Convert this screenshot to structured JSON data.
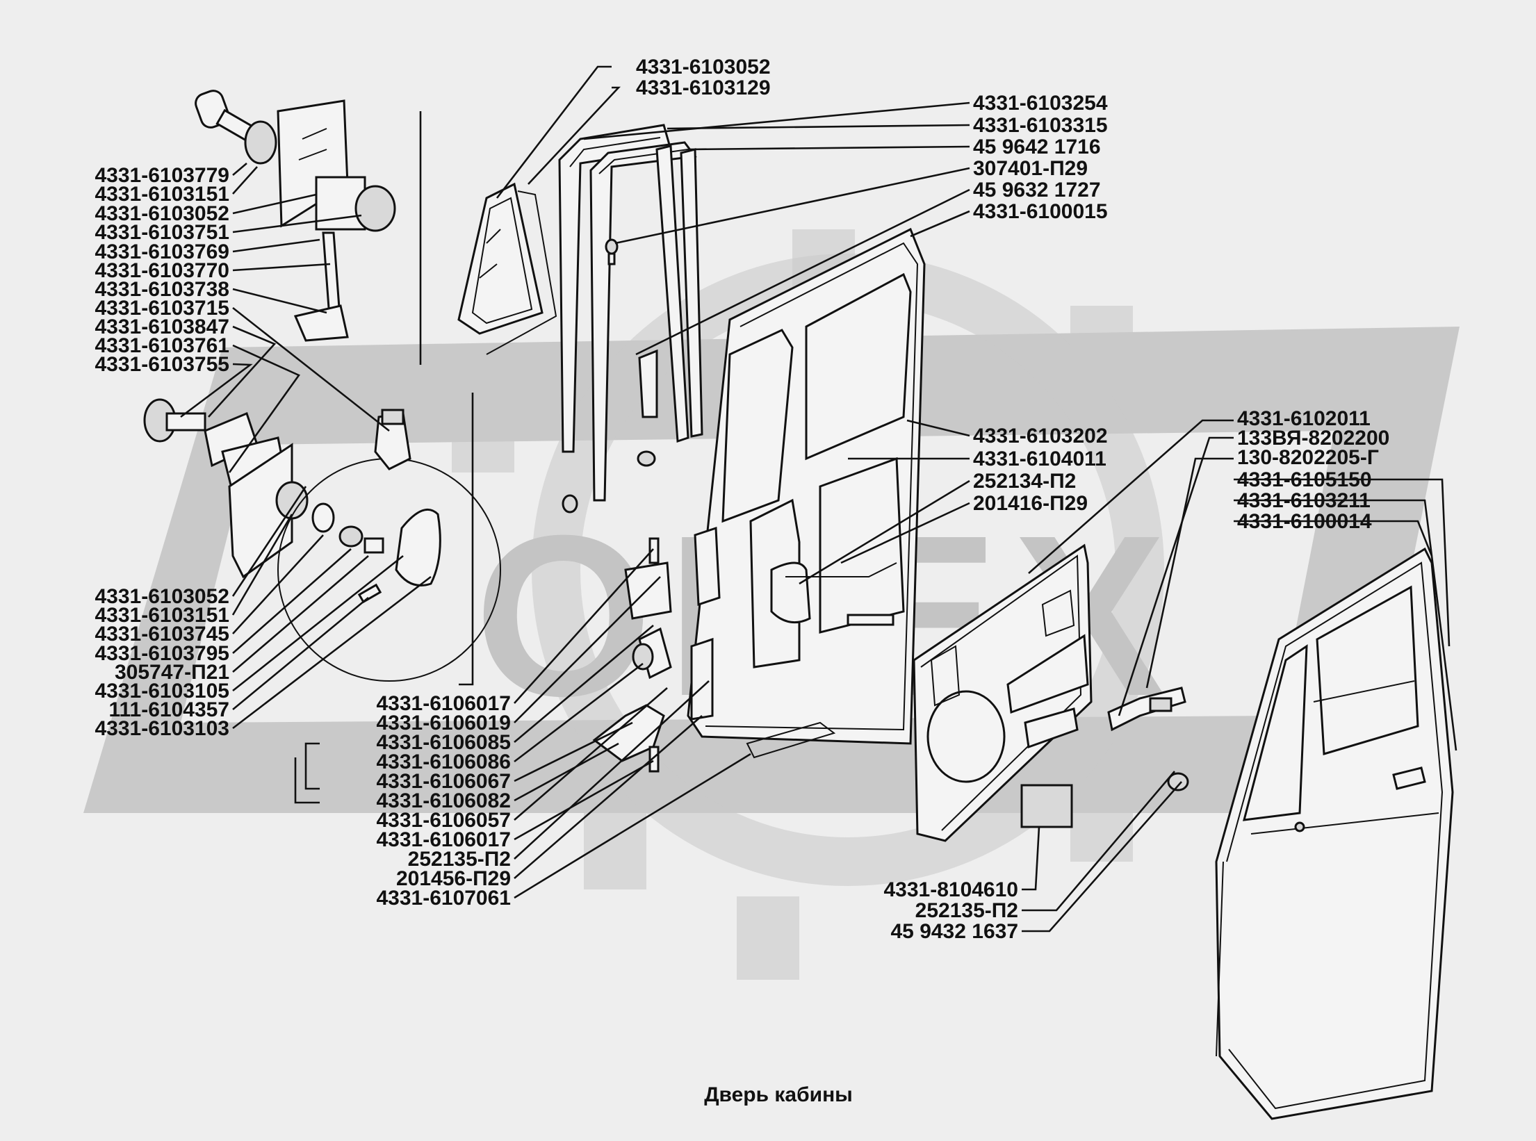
{
  "caption": "Дверь кабины",
  "watermark": "OREX",
  "colors": {
    "background": "#eeeeee",
    "ink": "#111111",
    "watermark": "#c9c9c9"
  },
  "labels_left": [
    "4331-6103779",
    "4331-6103151",
    "4331-6103052",
    "4331-6103751",
    "4331-6103769",
    "4331-6103770",
    "4331-6103738",
    "4331-6103715",
    "4331-6103847",
    "4331-6103761",
    "4331-6103755",
    "4331-6103052",
    "4331-6103151",
    "4331-6103745",
    "4331-6103795",
    "305747-П21",
    "4331-6103105",
    "111-6104357",
    "4331-6103103"
  ],
  "labels_top": [
    "4331-6103052",
    "4331-6103129"
  ],
  "labels_right_top": [
    "4331-6103254",
    "4331-6103315",
    "45 9642 1716",
    "307401-П29",
    "45 9632 1727",
    "4331-6100015"
  ],
  "labels_middle": [
    "4331-6103202",
    "4331-6104011",
    "252134-П2",
    "201416-П29"
  ],
  "labels_right": [
    "4331-6102011",
    "133ВЯ-8202200",
    "130-8202205-Г",
    "4331-6105150",
    "4331-6103211",
    "4331-6100014"
  ],
  "labels_bottom_center": [
    "4331-6106017",
    "4331-6106019",
    "4331-6106085",
    "4331-6106086",
    "4331-6106067",
    "4331-6106082",
    "4331-6106057",
    "4331-6106017",
    "252135-П2",
    "201456-П29",
    "4331-6107061"
  ],
  "labels_bottom_right": [
    "4331-8104610",
    "252135-П2",
    "45 9432 1637"
  ]
}
